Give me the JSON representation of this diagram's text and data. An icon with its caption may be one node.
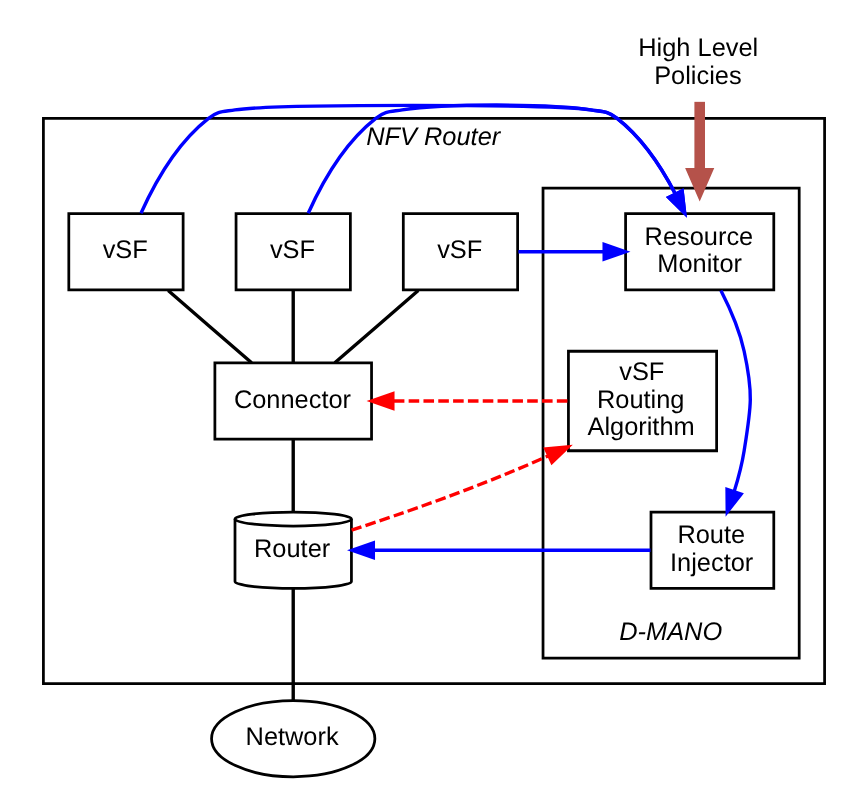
{
  "diagram": {
    "nodes": [
      {
        "text": [
          "High Level Policies"
        ]
      },
      {
        "text": [
          "NFV Router"
        ]
      },
      {
        "text": [
          "D-MANO"
        ],
        "in": 1
      },
      {
        "text": [
          "Resource Monitor"
        ],
        "in": 2
      },
      {
        "text": [
          "vSF"
        ],
        "in": 1
      },
      {
        "text": [
          "vSF"
        ],
        "in": 1
      },
      {
        "text": [
          "vSF"
        ],
        "in": 1
      },
      {
        "text": [
          "Connector"
        ],
        "in": 1
      },
      {
        "text": [
          "vSF Routing Algorithm"
        ],
        "in": 2
      },
      {
        "text": [
          "Router"
        ],
        "in": 1
      },
      {
        "text": [
          "Route Injector"
        ],
        "in": 2
      },
      {
        "text": [
          "Network"
        ]
      }
    ],
    "edges": [
      {
        "from": 0,
        "to": 2,
        "arrow": "to",
        "style": "thick",
        "color": "#b5524a"
      },
      {
        "from": 4,
        "to": 3,
        "arrow": "to",
        "color": "#0000ff"
      },
      {
        "from": 5,
        "to": 3,
        "arrow": "to",
        "color": "#0000ff"
      },
      {
        "from": 6,
        "to": 3,
        "arrow": "to",
        "color": "#0000ff"
      },
      {
        "from": 3,
        "to": 10,
        "arrow": "to",
        "color": "#0000ff"
      },
      {
        "from": 10,
        "to": 9,
        "arrow": "to",
        "color": "#0000ff"
      },
      {
        "from": 8,
        "to": 7,
        "arrow": "to",
        "style": "dashed",
        "color": "#ff0000"
      },
      {
        "from": 9,
        "to": 8,
        "arrow": "to",
        "style": "dashed",
        "color": "#ff0000"
      },
      {
        "from": 4,
        "to": 7,
        "arrow": "none",
        "color": "#000000"
      },
      {
        "from": 5,
        "to": 7,
        "arrow": "none",
        "color": "#000000"
      },
      {
        "from": 6,
        "to": 7,
        "arrow": "none",
        "color": "#000000"
      },
      {
        "from": 7,
        "to": 9,
        "arrow": "none",
        "color": "#000000"
      },
      {
        "from": 9,
        "to": 11,
        "arrow": "none",
        "color": "#000000"
      }
    ]
  }
}
